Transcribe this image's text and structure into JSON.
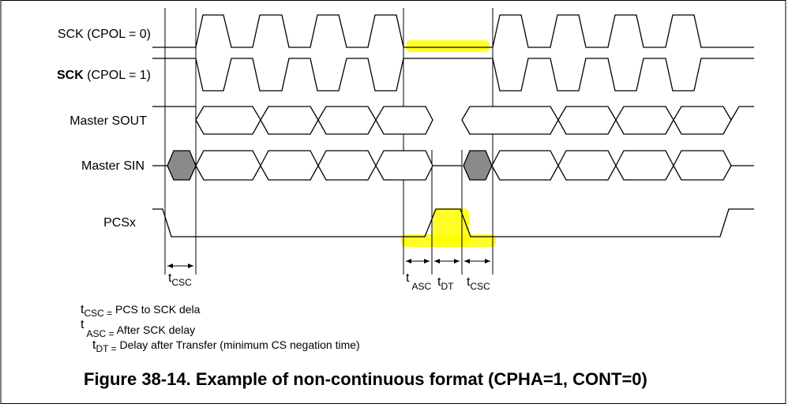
{
  "signals": {
    "sck_cpol0": "SCK (CPOL = 0)",
    "sck_cpol1_bold": "SCK",
    "sck_cpol1_rest": " (CPOL = 1)",
    "master_sout": "Master SOUT",
    "master_sin": "Master SIN",
    "pcsx": "PCSx"
  },
  "timing_labels": {
    "t_csc_1": {
      "t": "t",
      "sub": "CSC"
    },
    "t_asc": {
      "t": "t",
      "sub": "ASC"
    },
    "t_dt": {
      "t": "t",
      "sub": "DT"
    },
    "t_csc_2": {
      "t": "t",
      "sub": "CSC"
    }
  },
  "legend": {
    "csc": {
      "t": "t",
      "sub": "CSC =",
      "desc": " PCS to SCK dela"
    },
    "asc": {
      "t": "t",
      "sub": "ASC =",
      "desc": " After SCK delay"
    },
    "dt": {
      "t": "t",
      "sub": "DT =",
      "desc": " Delay after Transfer (minimum CS negation time)"
    }
  },
  "caption": "Figure 38-14. Example of non-continuous format (CPHA=1, CONT=0)",
  "colors": {
    "highlight": "#ffff00",
    "shaded_bus": "#8a8a8a",
    "line": "#000000"
  }
}
